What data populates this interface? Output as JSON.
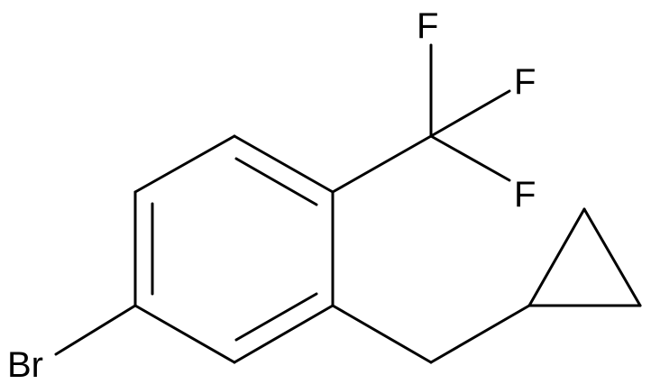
{
  "molecule": {
    "atoms": {
      "bromine": "Br",
      "fluorine_1": "F",
      "fluorine_2": "F",
      "fluorine_3": "F"
    }
  },
  "colors": {
    "bond": "#000000",
    "label": "#000000",
    "background": "#ffffff"
  }
}
